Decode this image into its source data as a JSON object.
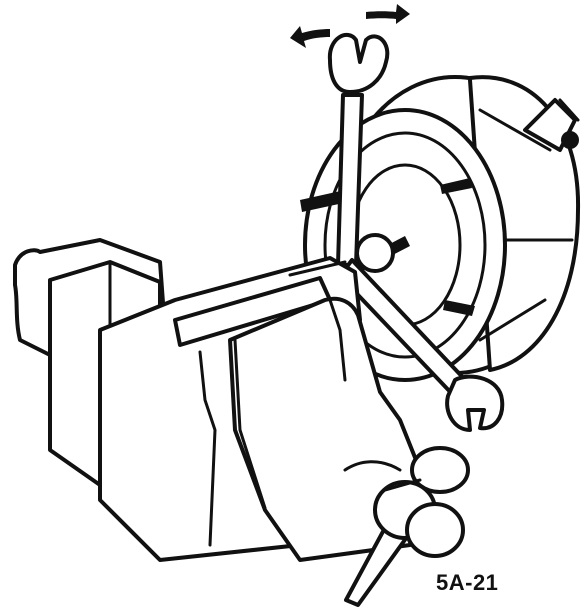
{
  "figure": {
    "label": "5A-21",
    "ink_color": "#111111",
    "paper_color": "#ffffff",
    "parts": [
      "bench-vise",
      "alternator",
      "open-end-wrench",
      "vise-handle",
      "rotation-arrows"
    ]
  }
}
